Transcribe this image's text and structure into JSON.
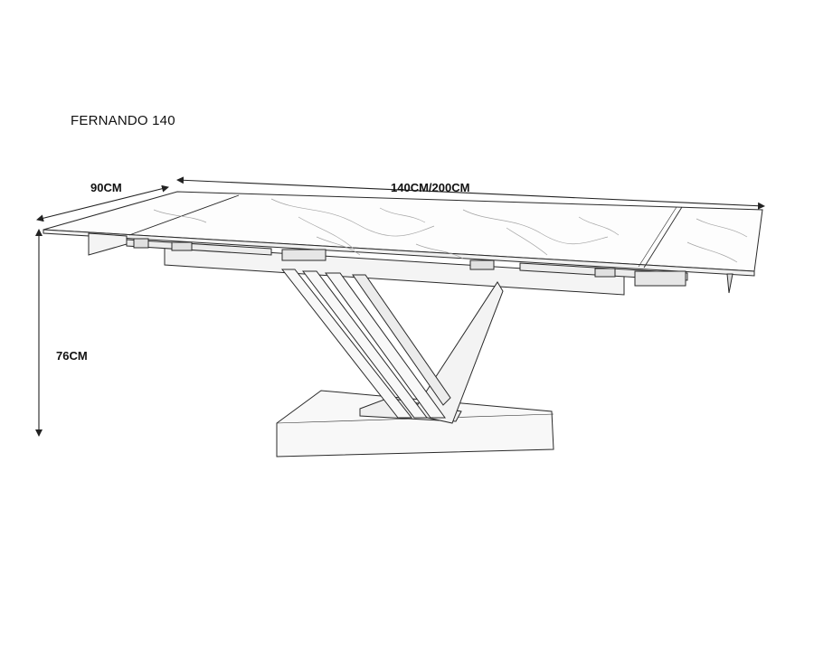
{
  "title": "FERNANDO 140",
  "dimensions": {
    "depth": "90CM",
    "length": "140CM/200CM",
    "height": "76CM"
  },
  "colors": {
    "line": "#2a2a2a",
    "marble_vein": "#9a9a9a",
    "background": "#ffffff"
  },
  "icons": {
    "dimension_arrow": "arrowhead"
  }
}
